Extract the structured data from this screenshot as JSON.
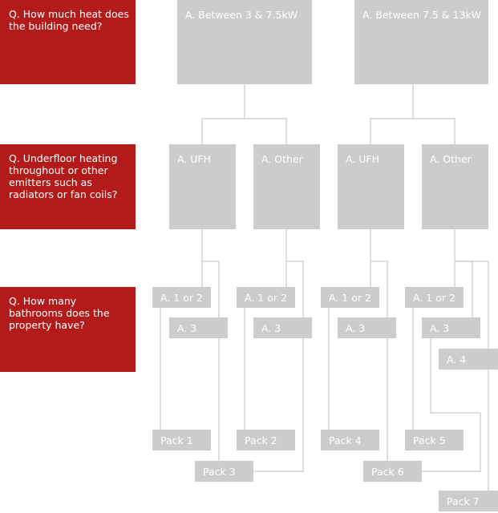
{
  "questions": {
    "q1": "Q. How much heat does the building need?",
    "q2": "Q. Underfloor heating throughout or other emitters such as radiators or fan coils?",
    "q3": "Q. How many bathrooms does the property have?"
  },
  "heat": {
    "low": "A. Between 3 & 7.5kW",
    "high": "A. Between 7.5 & 13kW"
  },
  "emitters": {
    "ufh_1": "A. UFH",
    "other_1": "A. Other",
    "ufh_2": "A. UFH",
    "other_2": "A. Other"
  },
  "bathrooms": {
    "b1_12": "A. 1 or 2",
    "b1_3": "A. 3",
    "b2_12": "A. 1 or 2",
    "b2_3": "A. 3",
    "b3_12": "A. 1 or 2",
    "b3_3": "A. 3",
    "b4_12": "A. 1 or 2",
    "b4_3": "A. 3",
    "b4_4": "A. 4"
  },
  "packs": {
    "p1": "Pack 1",
    "p2": "Pack 2",
    "p3": "Pack 3",
    "p4": "Pack 4",
    "p5": "Pack 5",
    "p6": "Pack 6",
    "p7": "Pack 7"
  },
  "colors": {
    "question_bg": "#b31b1b",
    "answer_bg": "#cccccc",
    "connector": "#d4d4d4"
  }
}
